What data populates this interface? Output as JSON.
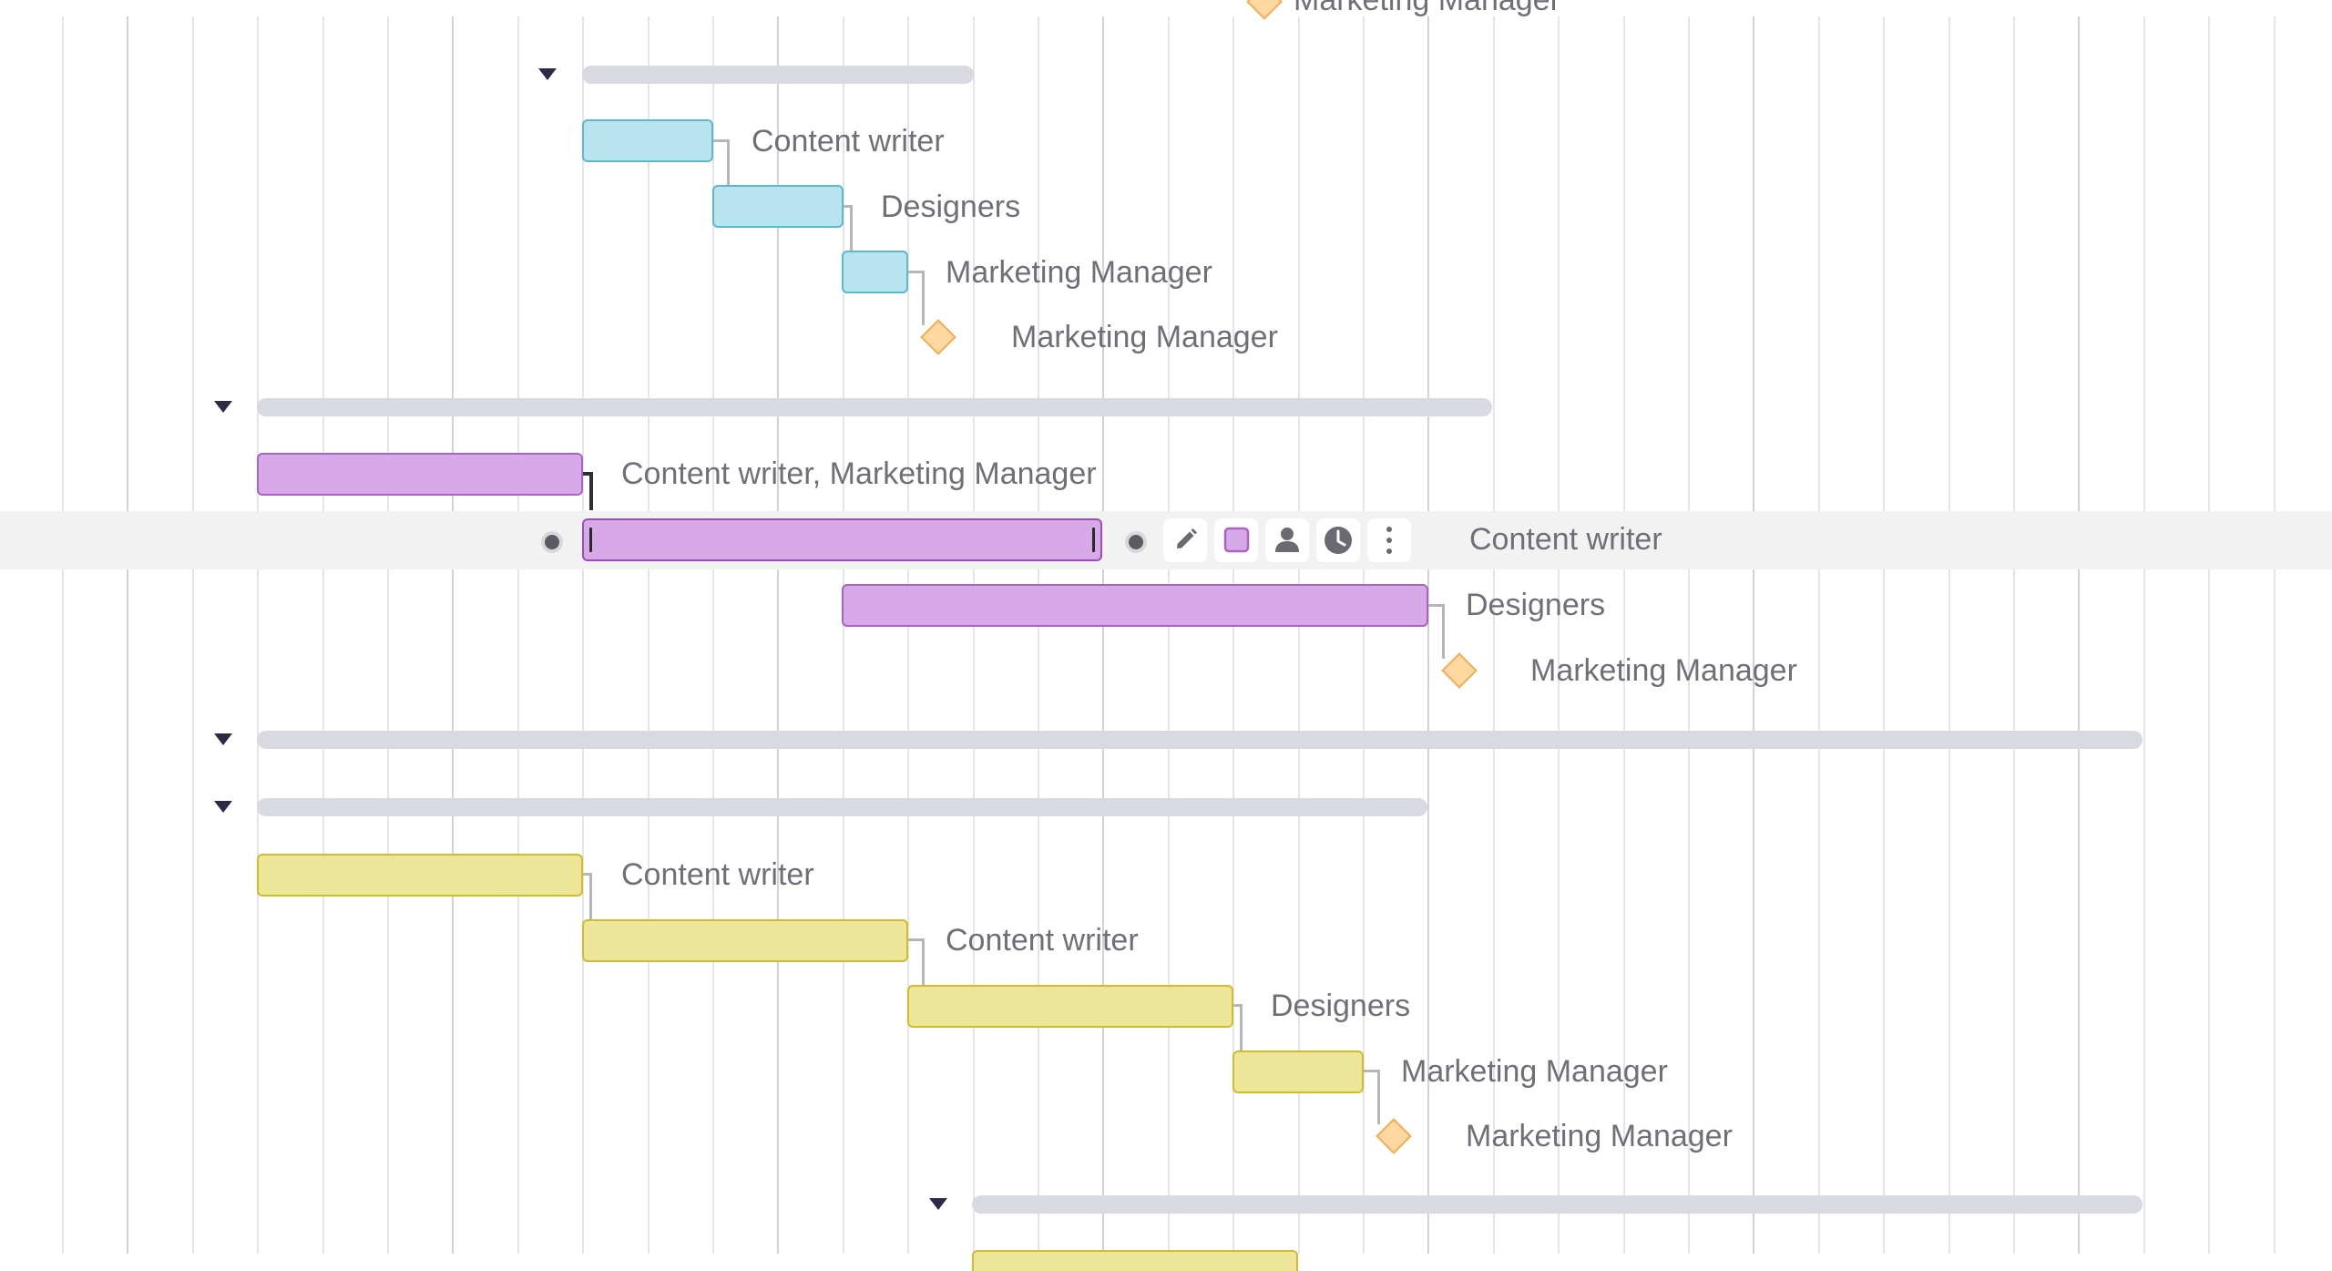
{
  "colors": {
    "gridline": "#e4e4e9",
    "summary_bar": "#d9d9e1",
    "cyan_task": "#b8e4ef",
    "purple_task": "#d8a9e8",
    "yellow_task": "#ede597",
    "milestone": "#ffd7a0",
    "hover_row": "#f2f2f3",
    "label_text": "#6f6f78"
  },
  "top_partial_label": "Marketing Manager",
  "groups": [
    {
      "tasks": [
        {
          "label": "Content writer"
        },
        {
          "label": "Designers"
        },
        {
          "label": "Marketing Manager"
        }
      ],
      "milestone": {
        "label": "Marketing Manager"
      }
    },
    {
      "tasks": [
        {
          "label": "Content writer, Marketing Manager"
        },
        {
          "label": "Content writer",
          "selected": true
        },
        {
          "label": "Designers"
        }
      ],
      "milestone": {
        "label": "Marketing Manager"
      }
    },
    {
      "tasks": [
        {
          "label": "Content writer"
        },
        {
          "label": "Content writer"
        },
        {
          "label": "Designers"
        },
        {
          "label": "Marketing Manager"
        }
      ],
      "milestone": {
        "label": "Marketing Manager"
      }
    }
  ],
  "task_toolbar": {
    "icons": [
      "pencil-icon",
      "color-swatch-icon",
      "person-icon",
      "clock-icon",
      "more-vertical-icon"
    ]
  }
}
